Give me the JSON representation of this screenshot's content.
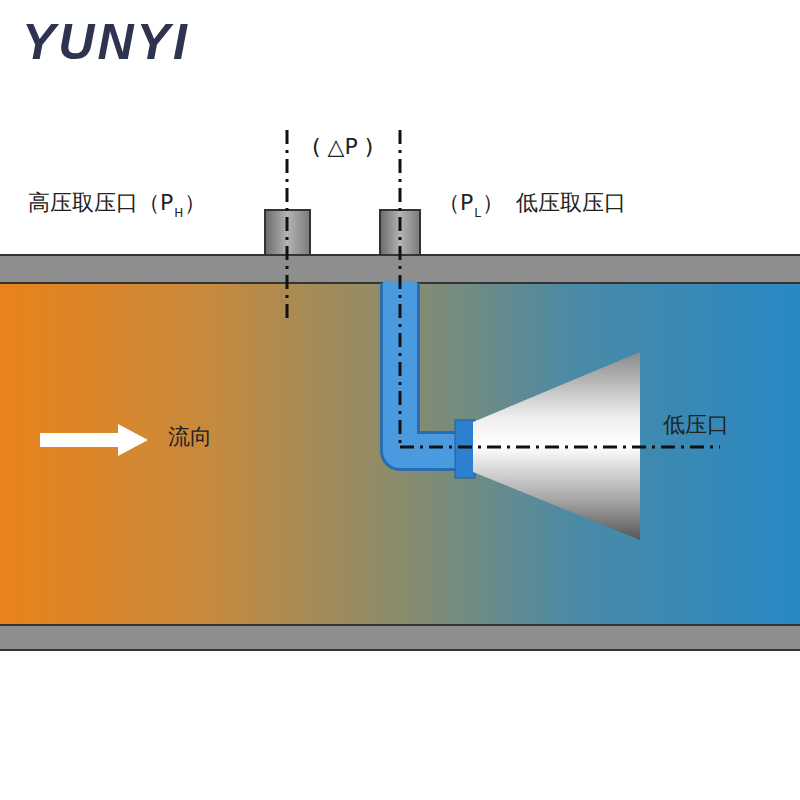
{
  "diagram": {
    "labels": [
      "YUNYI",
      "( △P )",
      "高压取压口",
      "（P",
      "H",
      "）",
      "（P",
      "L",
      "）",
      "低压取压口",
      "流向",
      "低压口"
    ]
  }
}
